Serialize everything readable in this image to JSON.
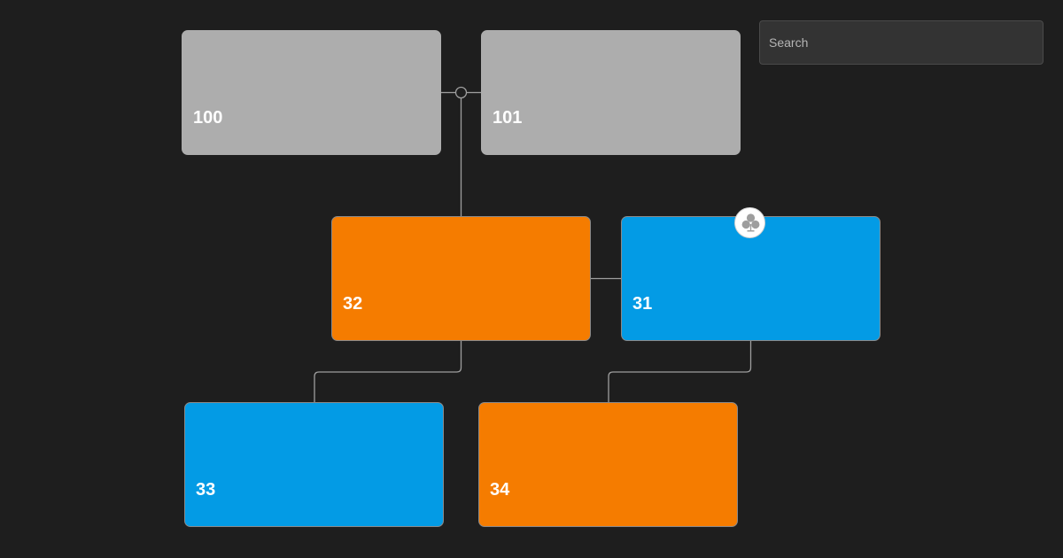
{
  "search": {
    "placeholder": "Search",
    "value": ""
  },
  "colors": {
    "background": "#1e1e1e",
    "partner_node": "#adadad",
    "female": "#f57c00",
    "male": "#039be5",
    "link": "#9e9e9e"
  },
  "nodes": [
    {
      "id": "100",
      "label": "100",
      "type": "partner",
      "color": "#adadad"
    },
    {
      "id": "101",
      "label": "101",
      "type": "partner",
      "color": "#adadad"
    },
    {
      "id": "32",
      "label": "32",
      "type": "female",
      "color": "#f57c00"
    },
    {
      "id": "31",
      "label": "31",
      "type": "male",
      "color": "#039be5",
      "badge": "family-tree-icon"
    },
    {
      "id": "33",
      "label": "33",
      "type": "male",
      "color": "#039be5"
    },
    {
      "id": "34",
      "label": "34",
      "type": "female",
      "color": "#f57c00"
    }
  ],
  "links": [
    {
      "from": "100",
      "to": "101",
      "kind": "partner"
    },
    {
      "from": "100+101",
      "to": "32",
      "kind": "child"
    },
    {
      "from": "32",
      "to": "31",
      "kind": "partner"
    },
    {
      "from": "32",
      "to": "33",
      "kind": "child"
    },
    {
      "from": "31",
      "to": "34",
      "kind": "child"
    }
  ]
}
